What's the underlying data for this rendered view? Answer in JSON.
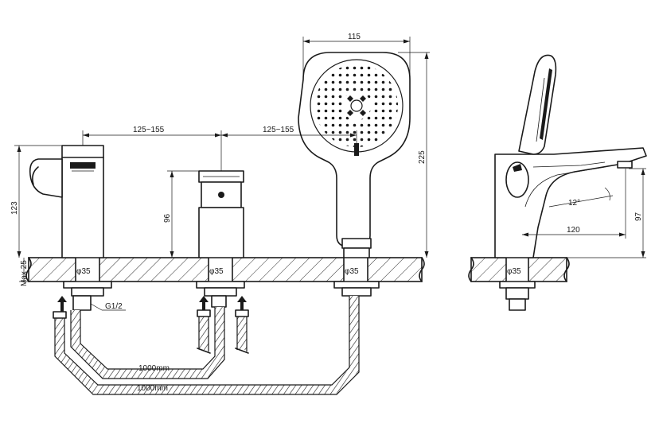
{
  "dimensions": {
    "width_handshower": "115",
    "spacing_left": "125~155",
    "spacing_right": "125~155",
    "height_spout": "123",
    "height_valve": "96",
    "height_handshower": "225",
    "max_deck": "Max 25",
    "hole_1": "φ35",
    "hole_2": "φ35",
    "hole_3": "φ35",
    "hole_side": "φ35",
    "thread": "G1/2",
    "hose_short": "1000mm",
    "hose_long": "1000mm",
    "angle": "12°",
    "spout_reach": "120",
    "side_height": "97"
  }
}
